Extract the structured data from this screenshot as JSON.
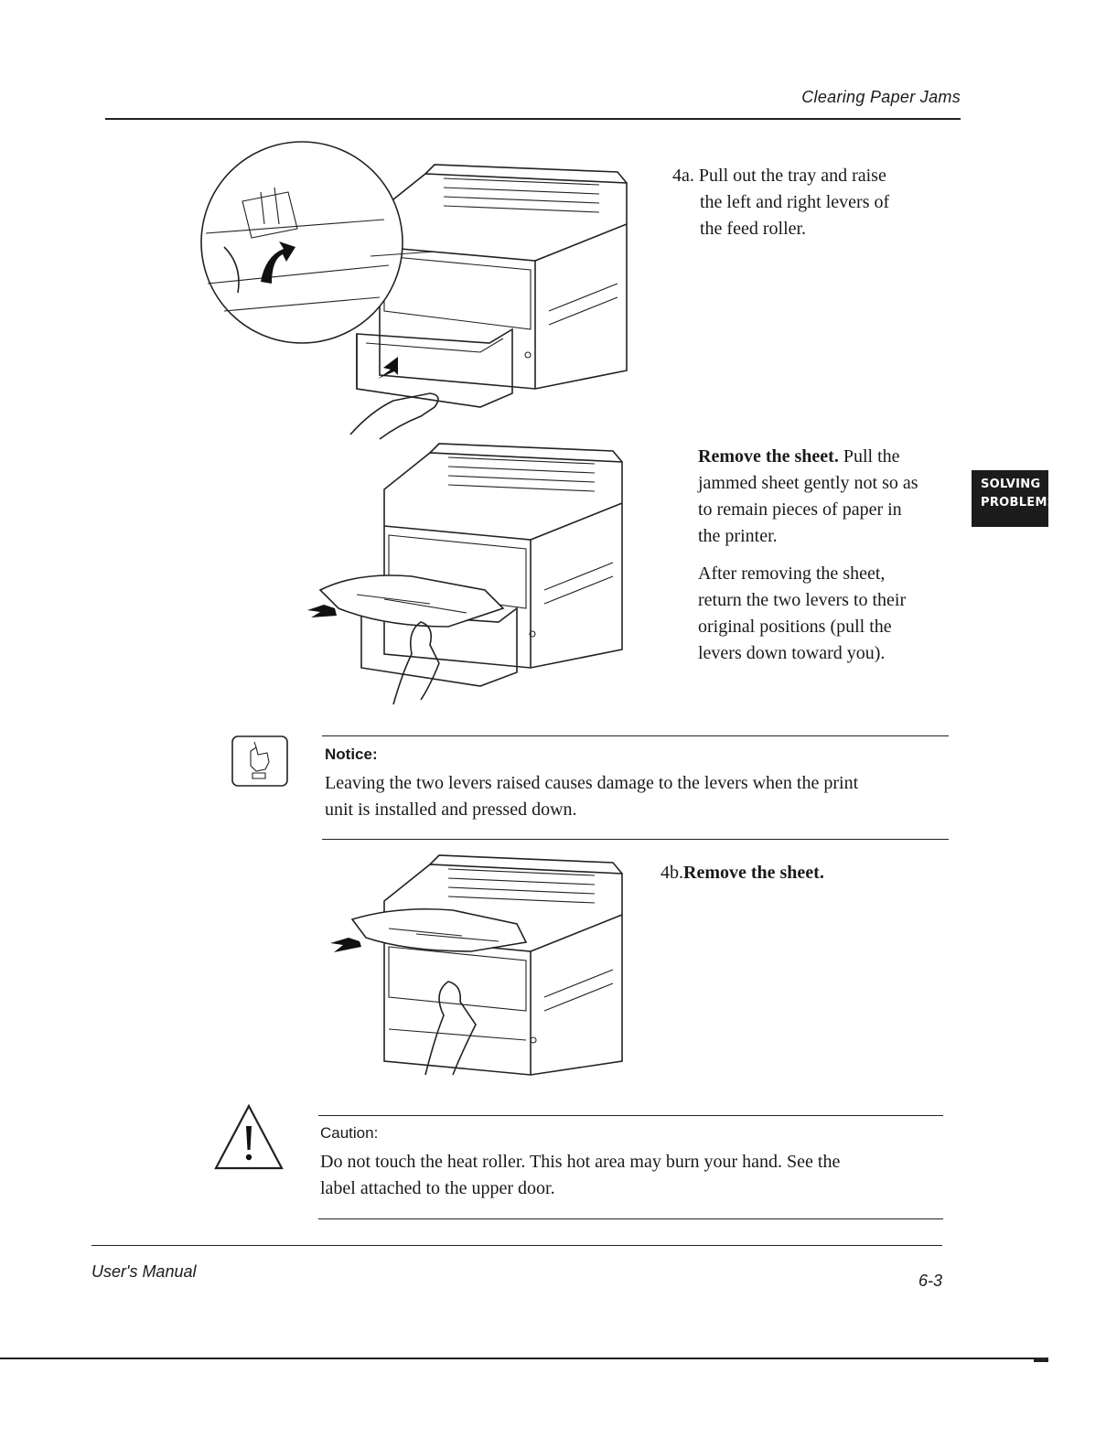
{
  "header": {
    "section_title": "Clearing Paper Jams"
  },
  "steps": {
    "step4a": {
      "number": "4a.",
      "text_line1": "Pull out the tray and raise",
      "text_line2": "the left and right levers of",
      "text_line3": "the feed roller."
    },
    "remove": {
      "bold": "Remove the sheet.",
      "text_after_bold": " Pull the",
      "line2": "jammed sheet gently not so as",
      "line3": "to remain pieces of paper in",
      "line4": "the printer.",
      "after_line1": "After removing the sheet,",
      "after_line2": "return the two levers to their",
      "after_line3": "original positions (pull the",
      "after_line4": "levers down toward you)."
    },
    "step4b": {
      "number": "4b.",
      "bold": "Remove the sheet."
    }
  },
  "notice": {
    "label": "Notice:",
    "line1": "Leaving the two levers raised causes damage to the levers when the print",
    "line2": "unit is installed and pressed down."
  },
  "caution": {
    "label": "Caution:",
    "line1": "Do not touch the heat roller. This hot area may burn your hand. See the",
    "line2": "label attached to the upper door."
  },
  "side_tab": {
    "line1": "SOLVING",
    "line2": "PROBLEMS"
  },
  "footer": {
    "manual": "User's Manual",
    "page": "6-3"
  },
  "icons": {
    "notice": "pointing-hand-icon",
    "caution": "warning-triangle-icon"
  }
}
